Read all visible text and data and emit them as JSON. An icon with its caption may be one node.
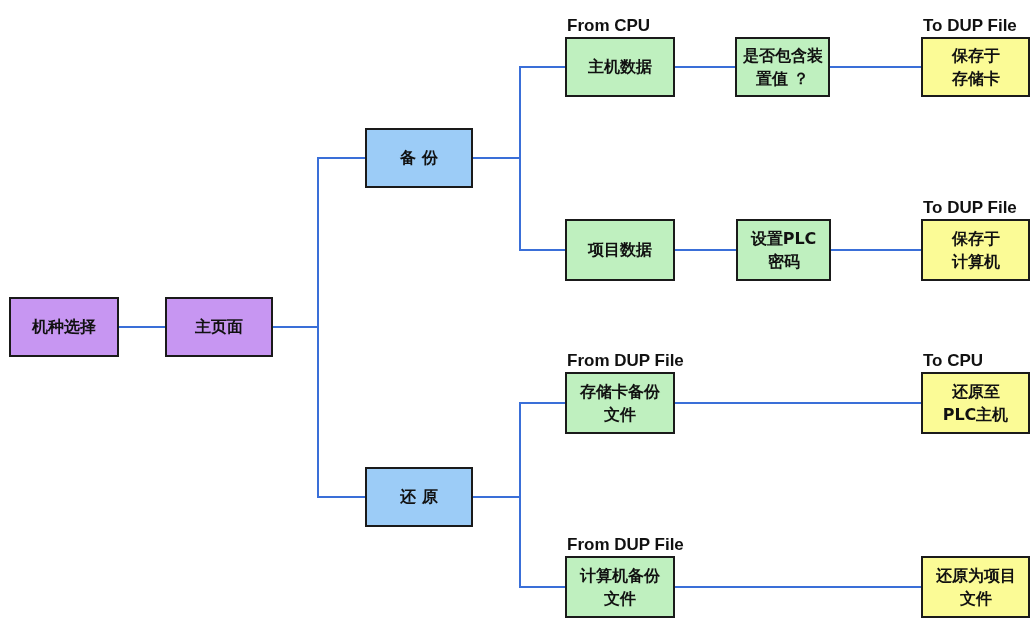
{
  "diagram": {
    "nodes": [
      {
        "text": [
          "机种选择"
        ]
      },
      {
        "text": [
          "主页面"
        ]
      },
      {
        "text": [
          "备 份"
        ]
      },
      {
        "text": [
          "还 原"
        ]
      },
      {
        "text": [
          "From CPU",
          "主机数据"
        ]
      },
      {
        "text": [
          "是否包含装置值 ？"
        ]
      },
      {
        "text": [
          "To DUP File",
          "保存于存储卡"
        ]
      },
      {
        "text": [
          "项目数据"
        ]
      },
      {
        "text": [
          "设置PLC密码"
        ]
      },
      {
        "text": [
          "To DUP File",
          "保存于计算机"
        ]
      },
      {
        "text": [
          "From DUP File",
          "存储卡备份文件"
        ]
      },
      {
        "text": [
          "To CPU",
          "还原至PLC主机"
        ]
      },
      {
        "text": [
          "From DUP File",
          "计算机备份文件"
        ]
      },
      {
        "text": [
          "还原为项目文件"
        ]
      }
    ],
    "edges": [
      {
        "from": 0,
        "to": 1,
        "arrow": "none"
      },
      {
        "from": 1,
        "to": 2,
        "arrow": "none"
      },
      {
        "from": 1,
        "to": 3,
        "arrow": "none"
      },
      {
        "from": 2,
        "to": 4,
        "arrow": "none"
      },
      {
        "from": 2,
        "to": 7,
        "arrow": "none"
      },
      {
        "from": 4,
        "to": 5,
        "arrow": "none"
      },
      {
        "from": 5,
        "to": 6,
        "arrow": "none"
      },
      {
        "from": 7,
        "to": 8,
        "arrow": "none"
      },
      {
        "from": 8,
        "to": 9,
        "arrow": "none"
      },
      {
        "from": 3,
        "to": 10,
        "arrow": "none"
      },
      {
        "from": 3,
        "to": 12,
        "arrow": "none"
      },
      {
        "from": 10,
        "to": 11,
        "arrow": "none"
      },
      {
        "from": 12,
        "to": 13,
        "arrow": "none"
      }
    ]
  }
}
